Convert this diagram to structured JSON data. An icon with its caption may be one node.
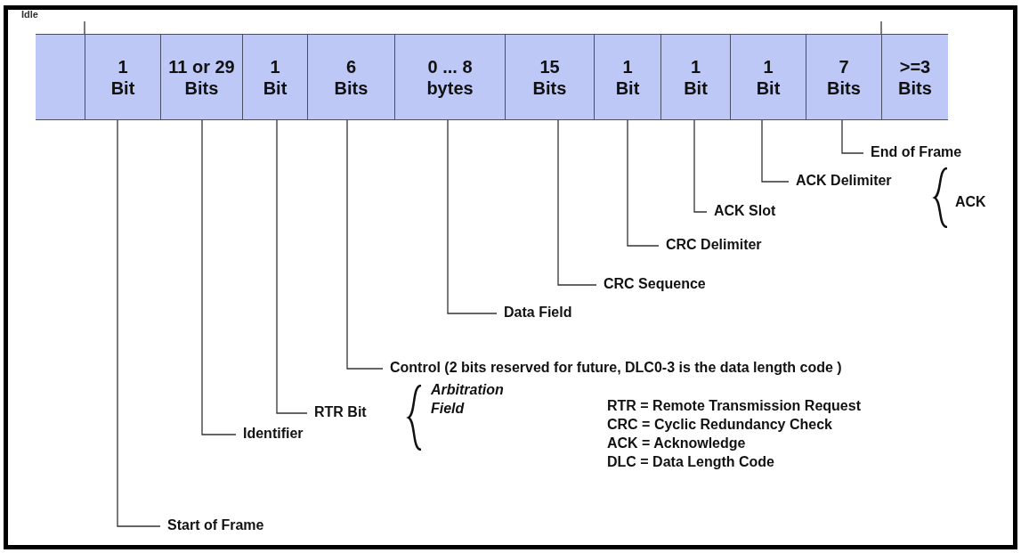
{
  "diagram": {
    "nodes": [
      {
        "text": [],
        "shape": "box"
      },
      {
        "text": [
          "1 Bit"
        ]
      },
      {
        "text": [
          "11 or 29 Bits"
        ]
      },
      {
        "text": [
          "1 Bit"
        ]
      },
      {
        "text": [
          "6 Bits"
        ]
      },
      {
        "text": [
          "0 ... 8 bytes"
        ]
      },
      {
        "text": [
          "15 Bits"
        ]
      },
      {
        "text": [
          "1 Bit"
        ]
      },
      {
        "text": [
          "1 Bit"
        ]
      },
      {
        "text": [
          "1 Bit"
        ]
      },
      {
        "text": [
          "7 Bits"
        ]
      },
      {
        "text": [
          ">=3 Bits"
        ]
      },
      {
        "text": [
          "Start of Frame"
        ]
      },
      {
        "text": [
          "Identifier"
        ]
      },
      {
        "text": [
          "RTR Bit"
        ]
      },
      {
        "text": [
          "Control (2 bits reserved for future, DLC0-3 is the data length code )"
        ]
      },
      {
        "text": [
          "Data Field"
        ]
      },
      {
        "text": [
          "CRC Sequence"
        ]
      },
      {
        "text": [
          "CRC Delimiter"
        ]
      },
      {
        "text": [
          "ACK Slot"
        ]
      },
      {
        "text": [
          "ACK Delimiter"
        ]
      },
      {
        "text": [
          "End of Frame"
        ]
      }
    ],
    "edges": [
      {
        "from": 1,
        "to": 12,
        "arrow": "none"
      },
      {
        "from": 2,
        "to": 13,
        "arrow": "none"
      },
      {
        "from": 3,
        "to": 14,
        "arrow": "none"
      },
      {
        "from": 4,
        "to": 15,
        "arrow": "none"
      },
      {
        "from": 5,
        "to": 16,
        "arrow": "none"
      },
      {
        "from": 6,
        "to": 17,
        "arrow": "none"
      },
      {
        "from": 7,
        "to": 18,
        "arrow": "none"
      },
      {
        "from": 8,
        "to": 19,
        "arrow": "none"
      },
      {
        "from": 9,
        "to": 20,
        "arrow": "none"
      },
      {
        "from": 10,
        "to": 21,
        "arrow": "none"
      }
    ],
    "labels": [
      "Idle",
      "ACK",
      "Arbitration Field",
      "RTR = Remote Transmission Request",
      "CRC = Cyclic Redundancy Check",
      "ACK = Acknowledge",
      "DLC = Data Length Code"
    ]
  }
}
